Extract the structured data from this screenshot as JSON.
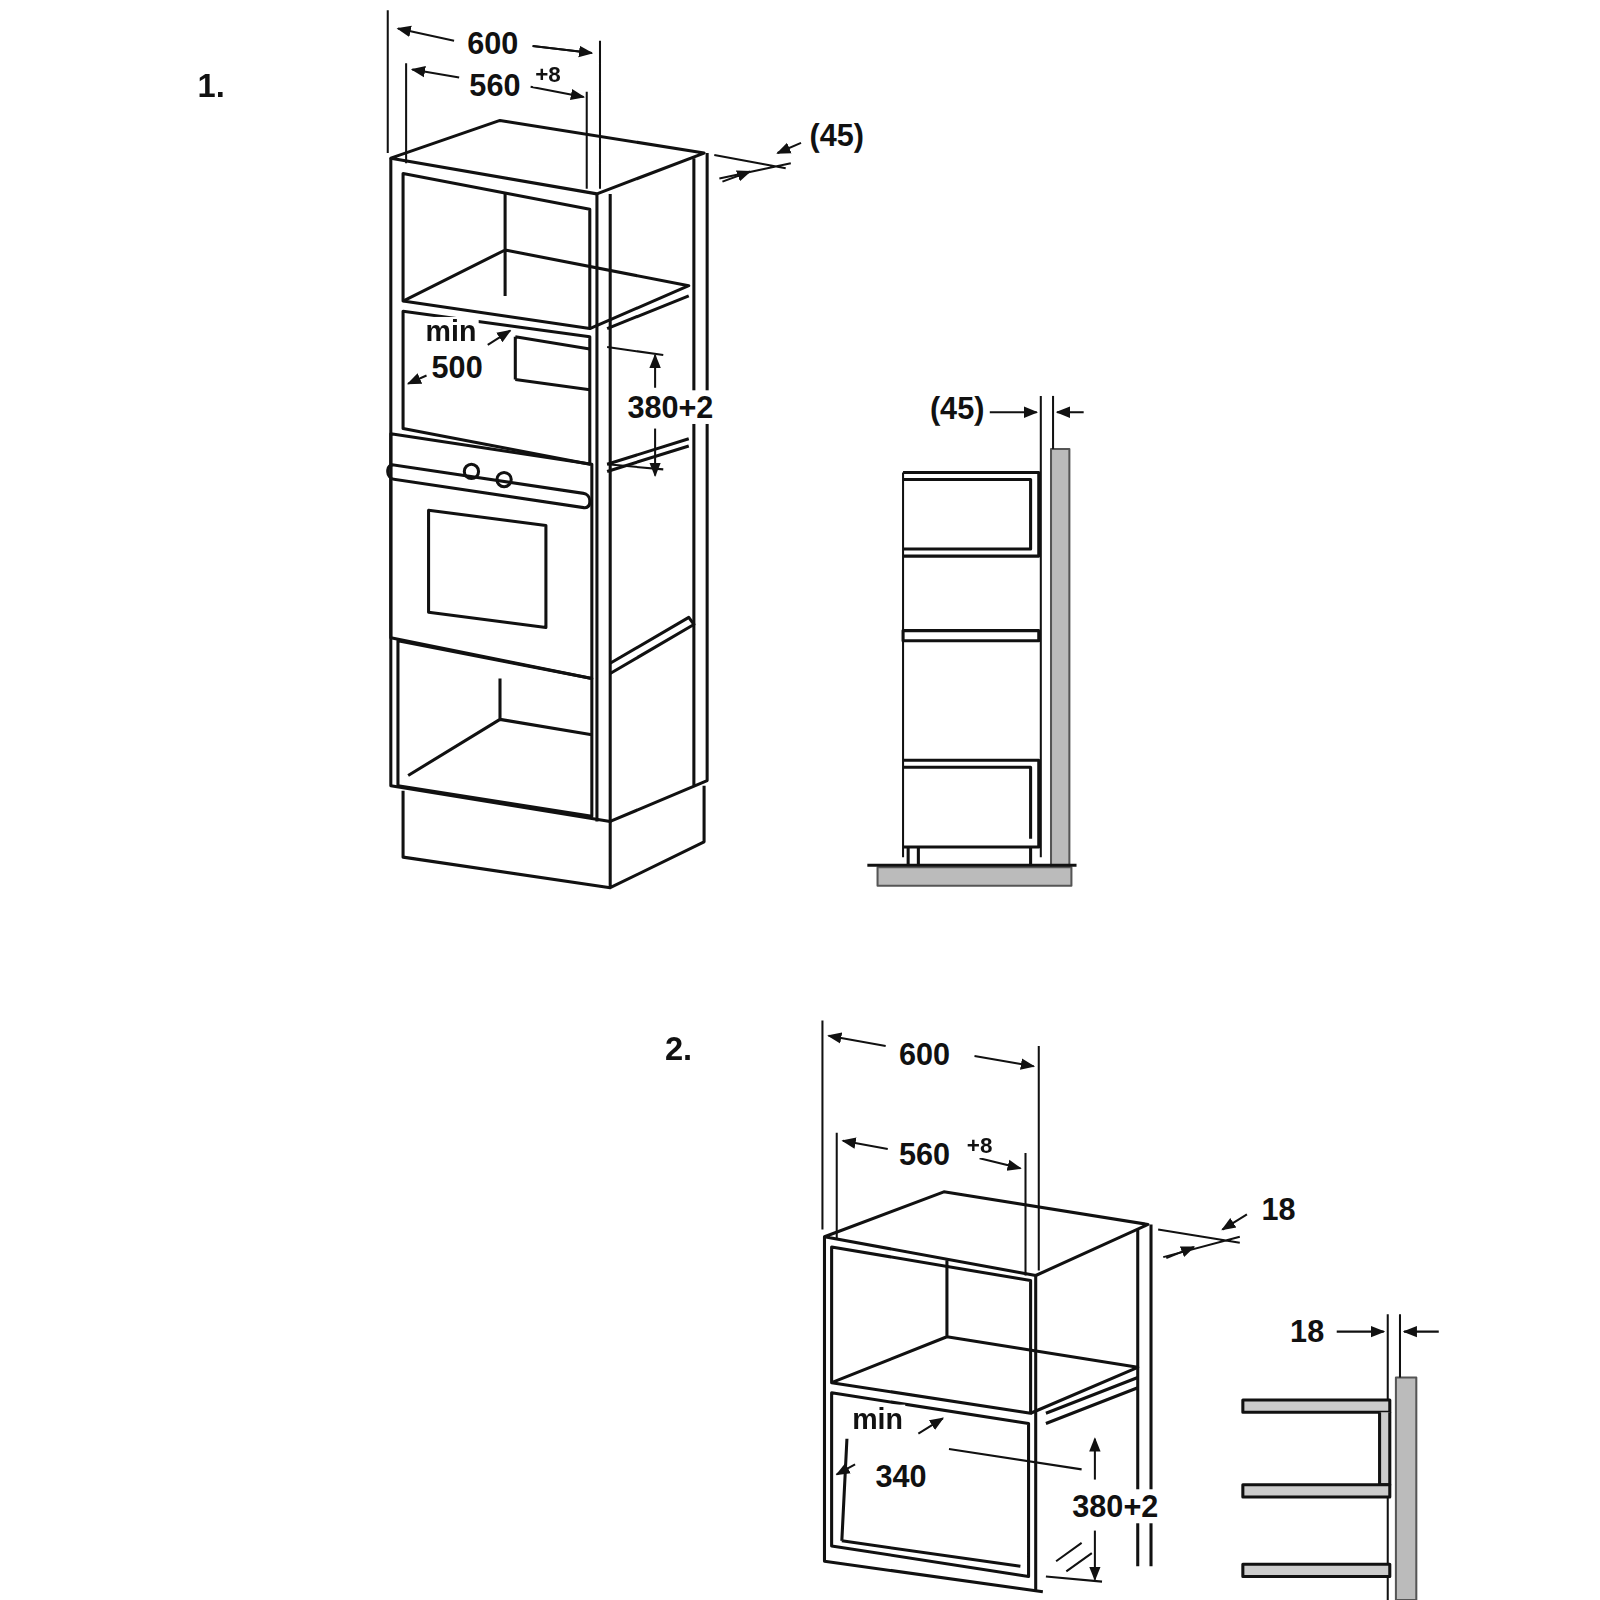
{
  "diagram": {
    "labels": [
      "1.",
      "600",
      "560",
      "+8",
      "(45)",
      "min",
      "500",
      "380+2",
      "(45)",
      "2.",
      "600",
      "560",
      "+8",
      "18",
      "18",
      "min",
      "340",
      "380+2"
    ]
  }
}
